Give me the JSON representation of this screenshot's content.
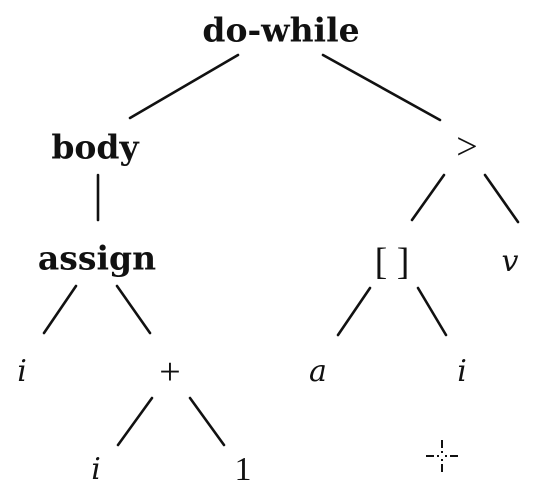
{
  "tree": {
    "root": "do-while",
    "body": "body",
    "gt": ">",
    "assign": "assign",
    "index": "[ ]",
    "v": "v",
    "i_left": "i",
    "plus": "+",
    "a": "a",
    "i_index": "i",
    "i_inner": "i",
    "one": "1"
  },
  "colors": {
    "ink": "#111111",
    "background": "#ffffff"
  },
  "icons": {
    "cursor": "crosshair-cursor-icon"
  }
}
